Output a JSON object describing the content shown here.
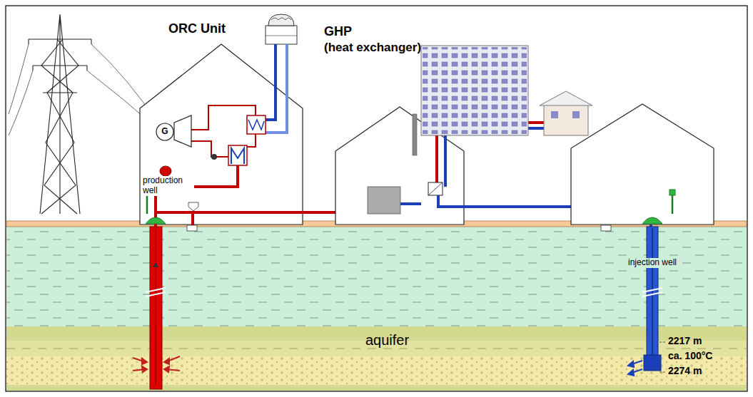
{
  "diagram": {
    "labels": [
      "ORC Unit",
      "GHP",
      "(heat exchanger)",
      "G",
      "production well",
      "injection well",
      "aquifer",
      "2217 m",
      "ca. 100°C",
      "2274 m"
    ]
  }
}
